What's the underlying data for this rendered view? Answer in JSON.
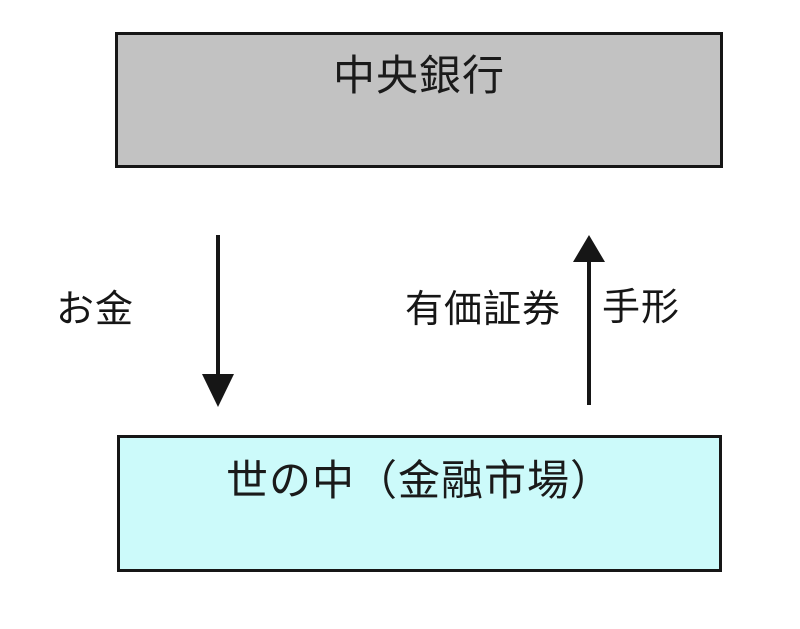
{
  "diagram": {
    "background_color": "#ffffff",
    "border_color": "#161616",
    "arrow_color": "#161616",
    "nodes": {
      "central_bank": {
        "id": "central-bank",
        "label": "中央銀行",
        "fill": "#c2c2c2"
      },
      "market": {
        "id": "market",
        "label": "世の中（金融市場）",
        "fill": "#ccfafa"
      }
    },
    "flows": {
      "money": {
        "label": "お金",
        "direction": "down",
        "from": "central-bank",
        "to": "market"
      },
      "securities": {
        "label_left": "有価証券",
        "label_right": "手形",
        "direction": "up",
        "from": "market",
        "to": "central-bank"
      }
    }
  }
}
